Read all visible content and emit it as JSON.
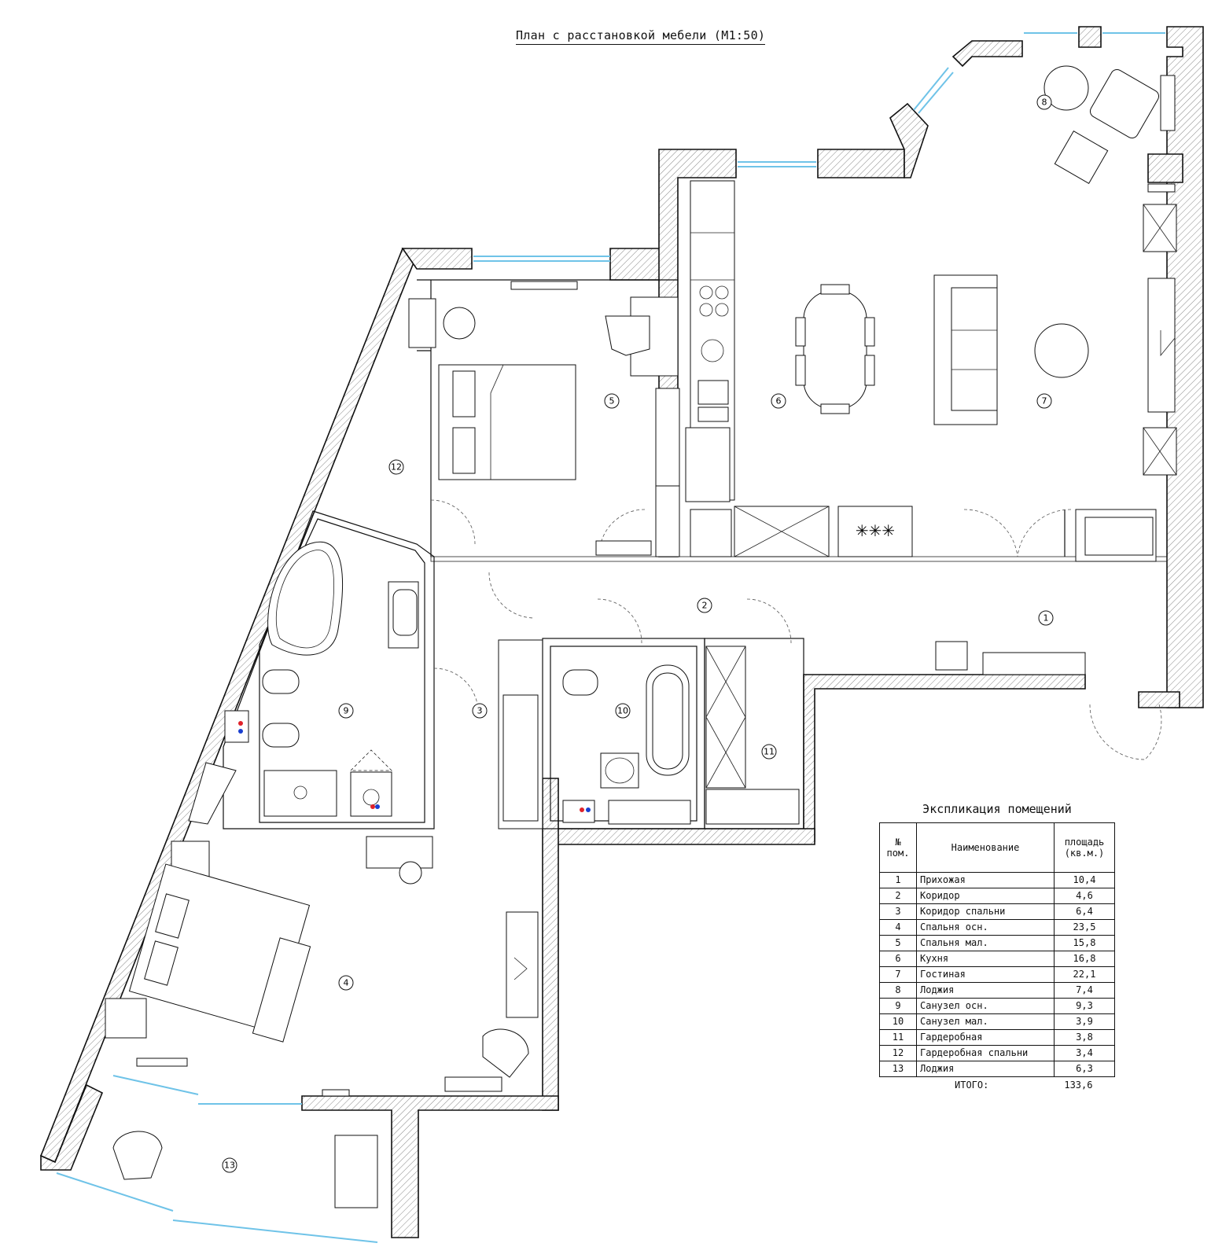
{
  "title": "План с расстановкой мебели (М1:50)",
  "rooms": [
    {
      "id": 1,
      "label": "1"
    },
    {
      "id": 2,
      "label": "2"
    },
    {
      "id": 3,
      "label": "3"
    },
    {
      "id": 4,
      "label": "4"
    },
    {
      "id": 5,
      "label": "5"
    },
    {
      "id": 6,
      "label": "6"
    },
    {
      "id": 7,
      "label": "7"
    },
    {
      "id": 8,
      "label": "8"
    },
    {
      "id": 9,
      "label": "9"
    },
    {
      "id": 10,
      "label": "10"
    },
    {
      "id": 11,
      "label": "11"
    },
    {
      "id": 12,
      "label": "12"
    },
    {
      "id": 13,
      "label": "13"
    }
  ],
  "legend": {
    "title": "Экспликация помещений",
    "headers": {
      "num": "№ пом.",
      "name": "Наименование",
      "area": "площадь (кв.м.)"
    },
    "rows": [
      {
        "num": "1",
        "name": "Прихожая",
        "area": "10,4"
      },
      {
        "num": "2",
        "name": "Коридор",
        "area": "4,6"
      },
      {
        "num": "3",
        "name": "Коридор спальни",
        "area": "6,4"
      },
      {
        "num": "4",
        "name": "Спальня осн.",
        "area": "23,5"
      },
      {
        "num": "5",
        "name": "Спальня мал.",
        "area": "15,8"
      },
      {
        "num": "6",
        "name": "Кухня",
        "area": "16,8"
      },
      {
        "num": "7",
        "name": "Гостиная",
        "area": "22,1"
      },
      {
        "num": "8",
        "name": "Лоджия",
        "area": "7,4"
      },
      {
        "num": "9",
        "name": "Санузел осн.",
        "area": "9,3"
      },
      {
        "num": "10",
        "name": "Санузел мал.",
        "area": "3,9"
      },
      {
        "num": "11",
        "name": "Гардеробная",
        "area": "3,8"
      },
      {
        "num": "12",
        "name": "Гардеробная спальни",
        "area": "3,4"
      },
      {
        "num": "13",
        "name": "Лоджия",
        "area": "6,3"
      }
    ],
    "total_label": "ИТОГО:",
    "total_value": "133,6"
  },
  "colors": {
    "window": "#6fc3e8",
    "hot": "#e0222a",
    "cold": "#1a3fd0"
  }
}
